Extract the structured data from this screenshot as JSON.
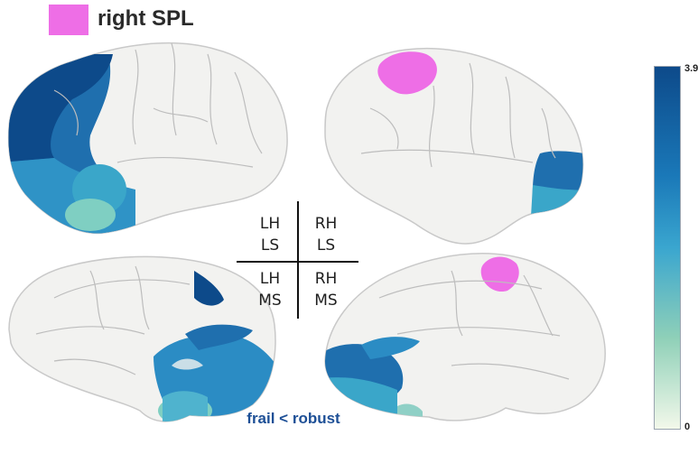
{
  "legend": {
    "label": "right SPL",
    "color": "#ee6ee6"
  },
  "quadrants": {
    "top_left": {
      "line1": "LH",
      "line2": "LS"
    },
    "top_right": {
      "line1": "RH",
      "line2": "LS"
    },
    "bottom_left": {
      "line1": "LH",
      "line2": "MS"
    },
    "bottom_right": {
      "line1": "RH",
      "line2": "MS"
    }
  },
  "colorbar": {
    "max_label": "3.9",
    "min_label": "0",
    "colors": {
      "top": "#0d4a8a",
      "upper": "#1a78b8",
      "mid": "#3aa6cf",
      "lower": "#8fd0b8",
      "bottom": "#f2f8ea"
    }
  },
  "contrast_label": "frail < robust",
  "brain_colors": {
    "cortex": "#f2f2f0",
    "outline": "#c9c9c9",
    "sulcus": "#bdbdbd"
  }
}
